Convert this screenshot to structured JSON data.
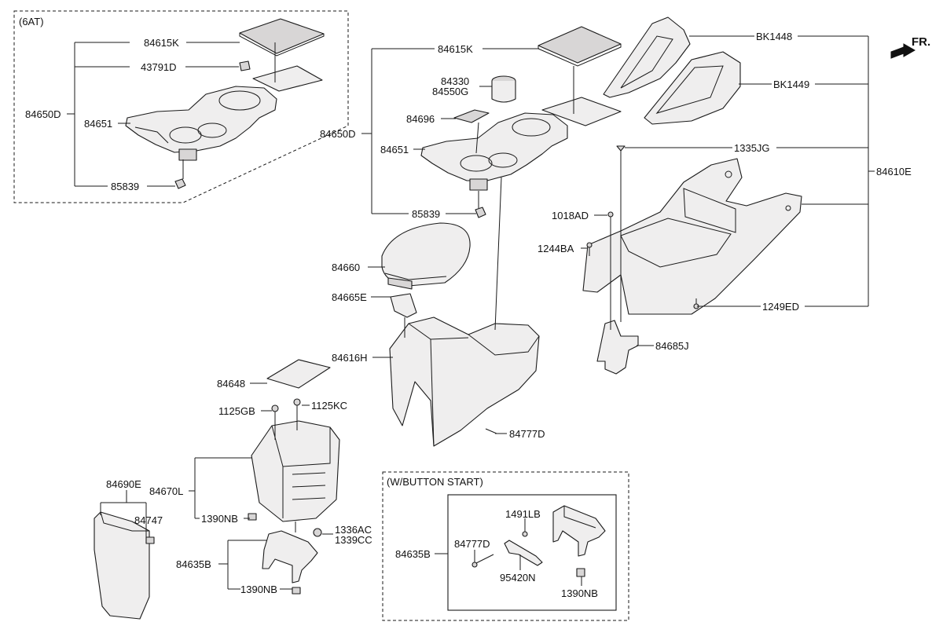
{
  "front_label": "FR.",
  "groups": {
    "g6at": {
      "caption": "(6AT)"
    },
    "button_start": {
      "caption": "(W/BUTTON START)"
    }
  },
  "labels": {
    "l0": "84615K",
    "l1": "43791D",
    "l2": "84650D",
    "l3": "84651",
    "l4": "85839",
    "l5": "84615K",
    "l6": "84330",
    "l7": "84550G",
    "l8": "84696",
    "l9": "84650D",
    "l10": "84651",
    "l11": "85839",
    "l12": "BK1448",
    "l13": "BK1449",
    "l14": "1335JG",
    "l15": "84610E",
    "l16": "1018AD",
    "l17": "1244BA",
    "l18": "1249ED",
    "l19": "84685J",
    "l20": "84660",
    "l21": "84665E",
    "l22": "84616H",
    "l23": "84777D",
    "l24": "84648",
    "l25": "1125GB",
    "l26": "1125KC",
    "l27": "84670L",
    "l28": "1390NB",
    "l29": "1336AC",
    "l30": "1339CC",
    "l31": "84635B",
    "l32": "1390NB",
    "l33": "84690E",
    "l34": "84747",
    "l35": "84635B",
    "l36": "1491LB",
    "l37": "84777D",
    "l38": "95420N",
    "l39": "1390NB"
  }
}
